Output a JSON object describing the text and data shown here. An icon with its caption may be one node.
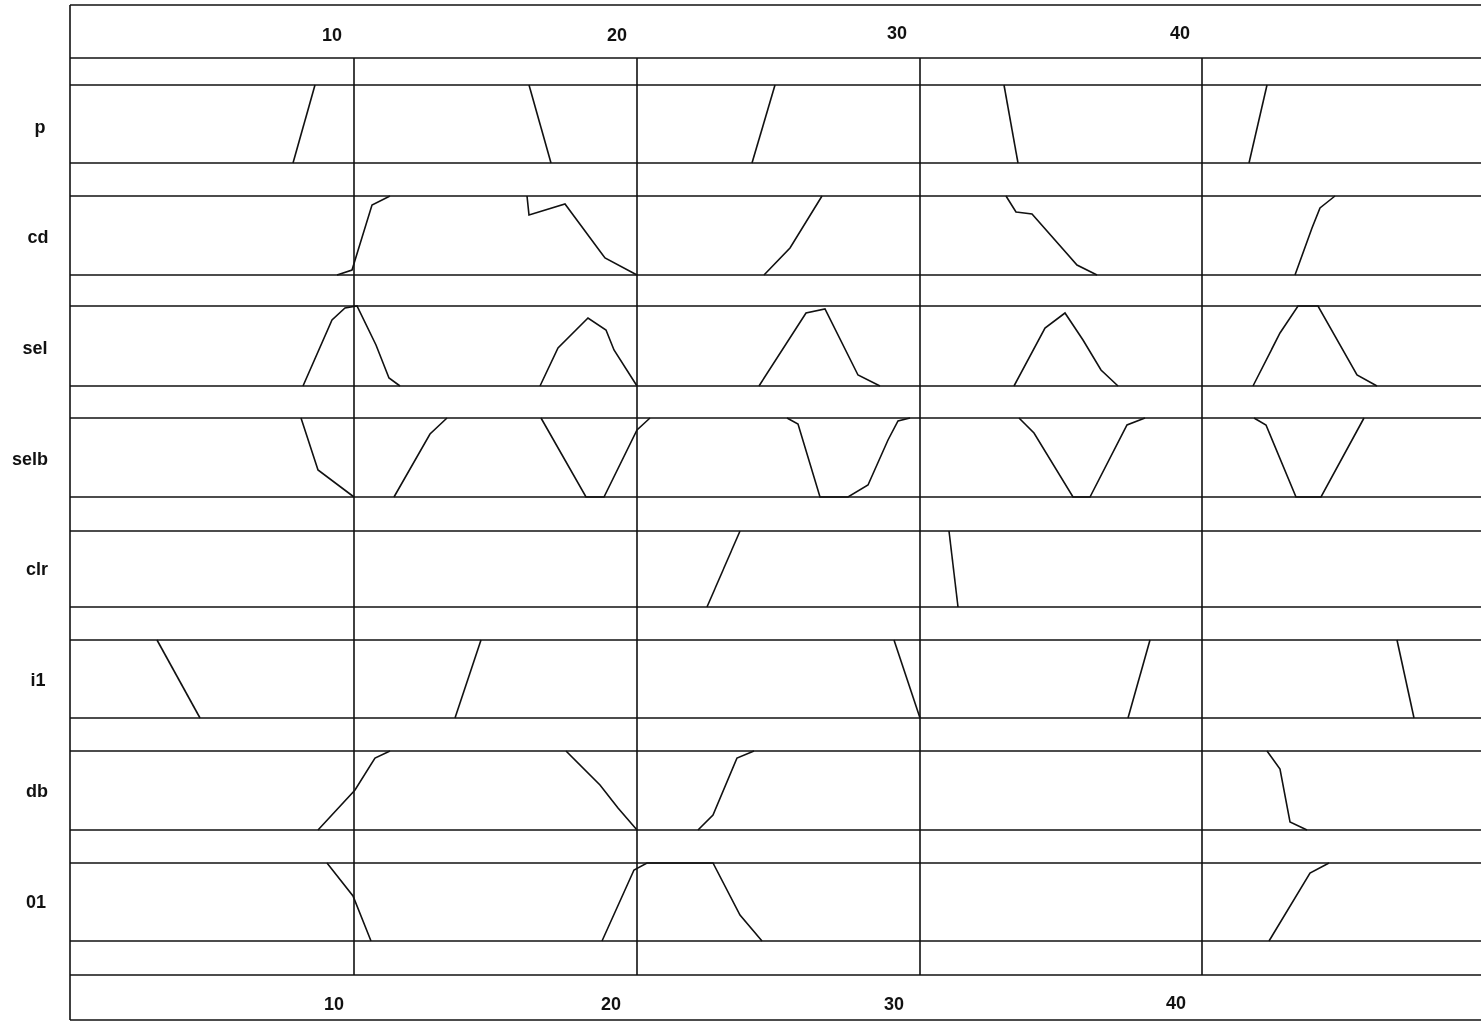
{
  "diagram": {
    "labels": [
      "10",
      "20",
      "30",
      "40",
      "p",
      "cd",
      "sel",
      "selb",
      "clr",
      "i1",
      "db",
      "01",
      "10",
      "20",
      "30",
      "40"
    ]
  }
}
